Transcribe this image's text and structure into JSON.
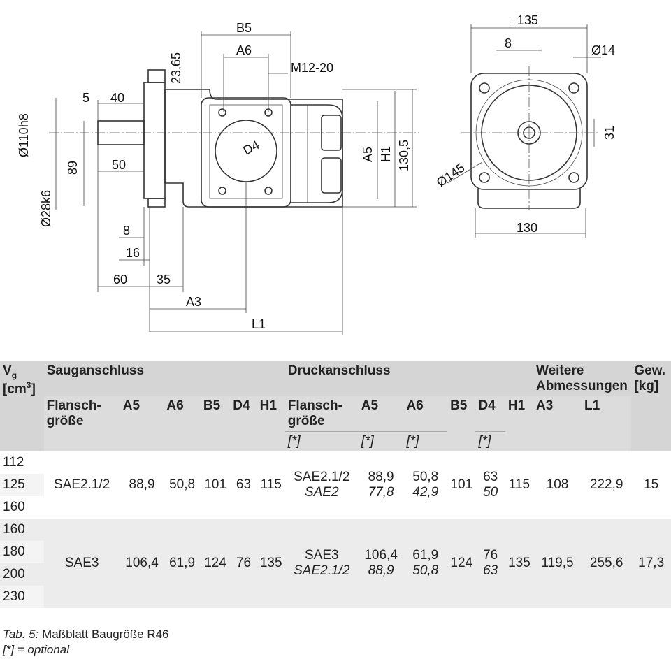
{
  "drawing": {
    "labels": {
      "b5": "B5",
      "a6": "A6",
      "m12": "M12-20",
      "d2365": "23,65",
      "d5": "5",
      "d40": "40",
      "d110": "Ø110h8",
      "d89": "89",
      "d50": "50",
      "d28": "Ø28k6",
      "d4": "D4",
      "a5": "A5",
      "h1": "H1",
      "d1305": "130,5",
      "d8": "8",
      "d16": "16",
      "d60": "60",
      "d35": "35",
      "a3": "A3",
      "l1": "L1",
      "sq135": "□135",
      "r8": "8",
      "d14": "Ø14",
      "d31": "31",
      "d145": "Ø145",
      "d130": "130"
    }
  },
  "table": {
    "headers": {
      "vg": "V",
      "vg_sub": "g",
      "vg_unit_open": "[cm",
      "vg_unit_sup": "3",
      "vg_unit_close": "]",
      "suction": "Sauganschluss",
      "pressure": "Druckanschluss",
      "further": "Weitere Abmessungen",
      "weight": "Gew. [kg]",
      "flange": "Flansch-größe",
      "a5": "A5",
      "a6": "A6",
      "b5": "B5",
      "d4": "D4",
      "h1": "H1",
      "a3": "A3",
      "l1": "L1",
      "opt": "[*]"
    },
    "group1": {
      "vg": [
        "112",
        "125",
        "160"
      ],
      "s_flange": "SAE2.1/2",
      "s_a5": "88,9",
      "s_a6": "50,8",
      "s_b5": "101",
      "s_d4": "63",
      "s_h1": "115",
      "p_flange": "SAE2.1/2",
      "p_flange_opt": "SAE2",
      "p_a5": "88,9",
      "p_a5_opt": "77,8",
      "p_a6": "50,8",
      "p_a6_opt": "42,9",
      "p_b5": "101",
      "p_d4": "63",
      "p_d4_opt": "50",
      "p_h1": "115",
      "a3": "108",
      "l1": "222,9",
      "weight": "15"
    },
    "group2": {
      "vg": [
        "160",
        "180",
        "200",
        "230"
      ],
      "s_flange": "SAE3",
      "s_a5": "106,4",
      "s_a6": "61,9",
      "s_b5": "124",
      "s_d4": "76",
      "s_h1": "135",
      "p_flange": "SAE3",
      "p_flange_opt": "SAE2.1/2",
      "p_a5": "106,4",
      "p_a5_opt": "88,9",
      "p_a6": "61,9",
      "p_a6_opt": "50,8",
      "p_b5": "124",
      "p_d4": "76",
      "p_d4_opt": "63",
      "p_h1": "135",
      "a3": "119,5",
      "l1": "255,6",
      "weight": "17,3"
    }
  },
  "caption": {
    "tab_label": "Tab. 5:",
    "title": "Maßblatt Baugröße R46",
    "note": "[*] = optional"
  }
}
